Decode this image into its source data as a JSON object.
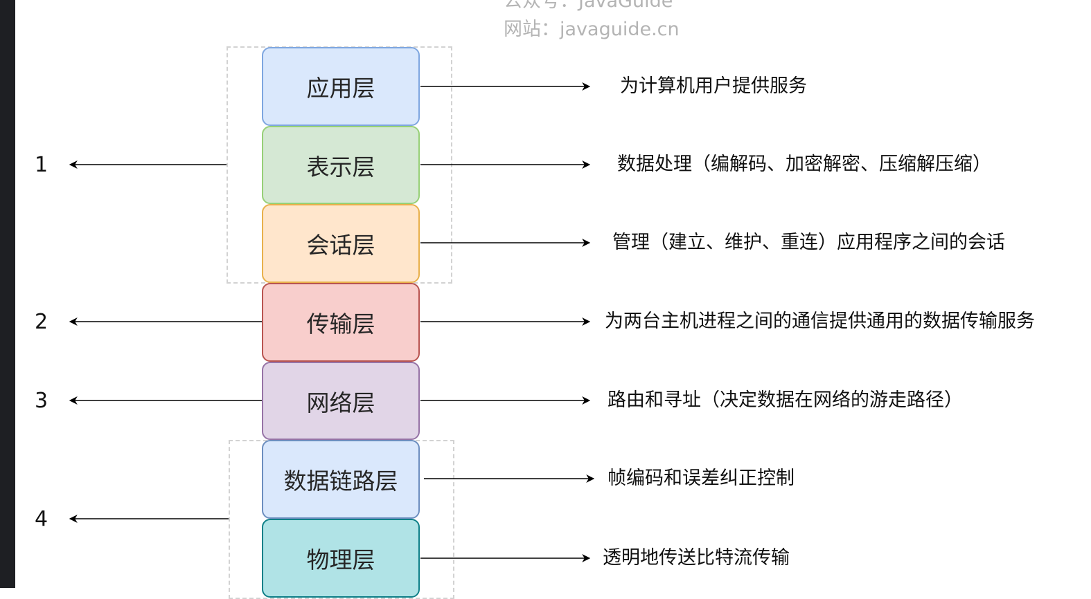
{
  "watermark": {
    "line1": "公众号：JavaGuide",
    "line2": "网站：javaguide.cn"
  },
  "layers": [
    {
      "name": "应用层",
      "description": "为计算机用户提供服务",
      "fill": "#dae8fc",
      "stroke": "#7ea6e0"
    },
    {
      "name": "表示层",
      "description": "数据处理（编解码、加密解密、压缩解压缩）",
      "fill": "#d5e8d4",
      "stroke": "#97d077"
    },
    {
      "name": "会话层",
      "description": "管理（建立、维护、重连）应用程序之间的会话",
      "fill": "#ffe6cc",
      "stroke": "#e8b04b"
    },
    {
      "name": "传输层",
      "description": "为两台主机进程之间的通信提供通用的数据传输服务",
      "fill": "#f8cecc",
      "stroke": "#b85450"
    },
    {
      "name": "网络层",
      "description": "路由和寻址（决定数据在网络的游走路径）",
      "fill": "#e1d5e7",
      "stroke": "#9673a6"
    },
    {
      "name": "数据链路层",
      "description": "帧编码和误差纠正控制",
      "fill": "#dae8fc",
      "stroke": "#6c8ebf"
    },
    {
      "name": "物理层",
      "description": "透明地传送比特流传输",
      "fill": "#b0e3e6",
      "stroke": "#0e8088"
    }
  ],
  "groups": [
    {
      "number": "1"
    },
    {
      "number": "2"
    },
    {
      "number": "3"
    },
    {
      "number": "4"
    }
  ]
}
